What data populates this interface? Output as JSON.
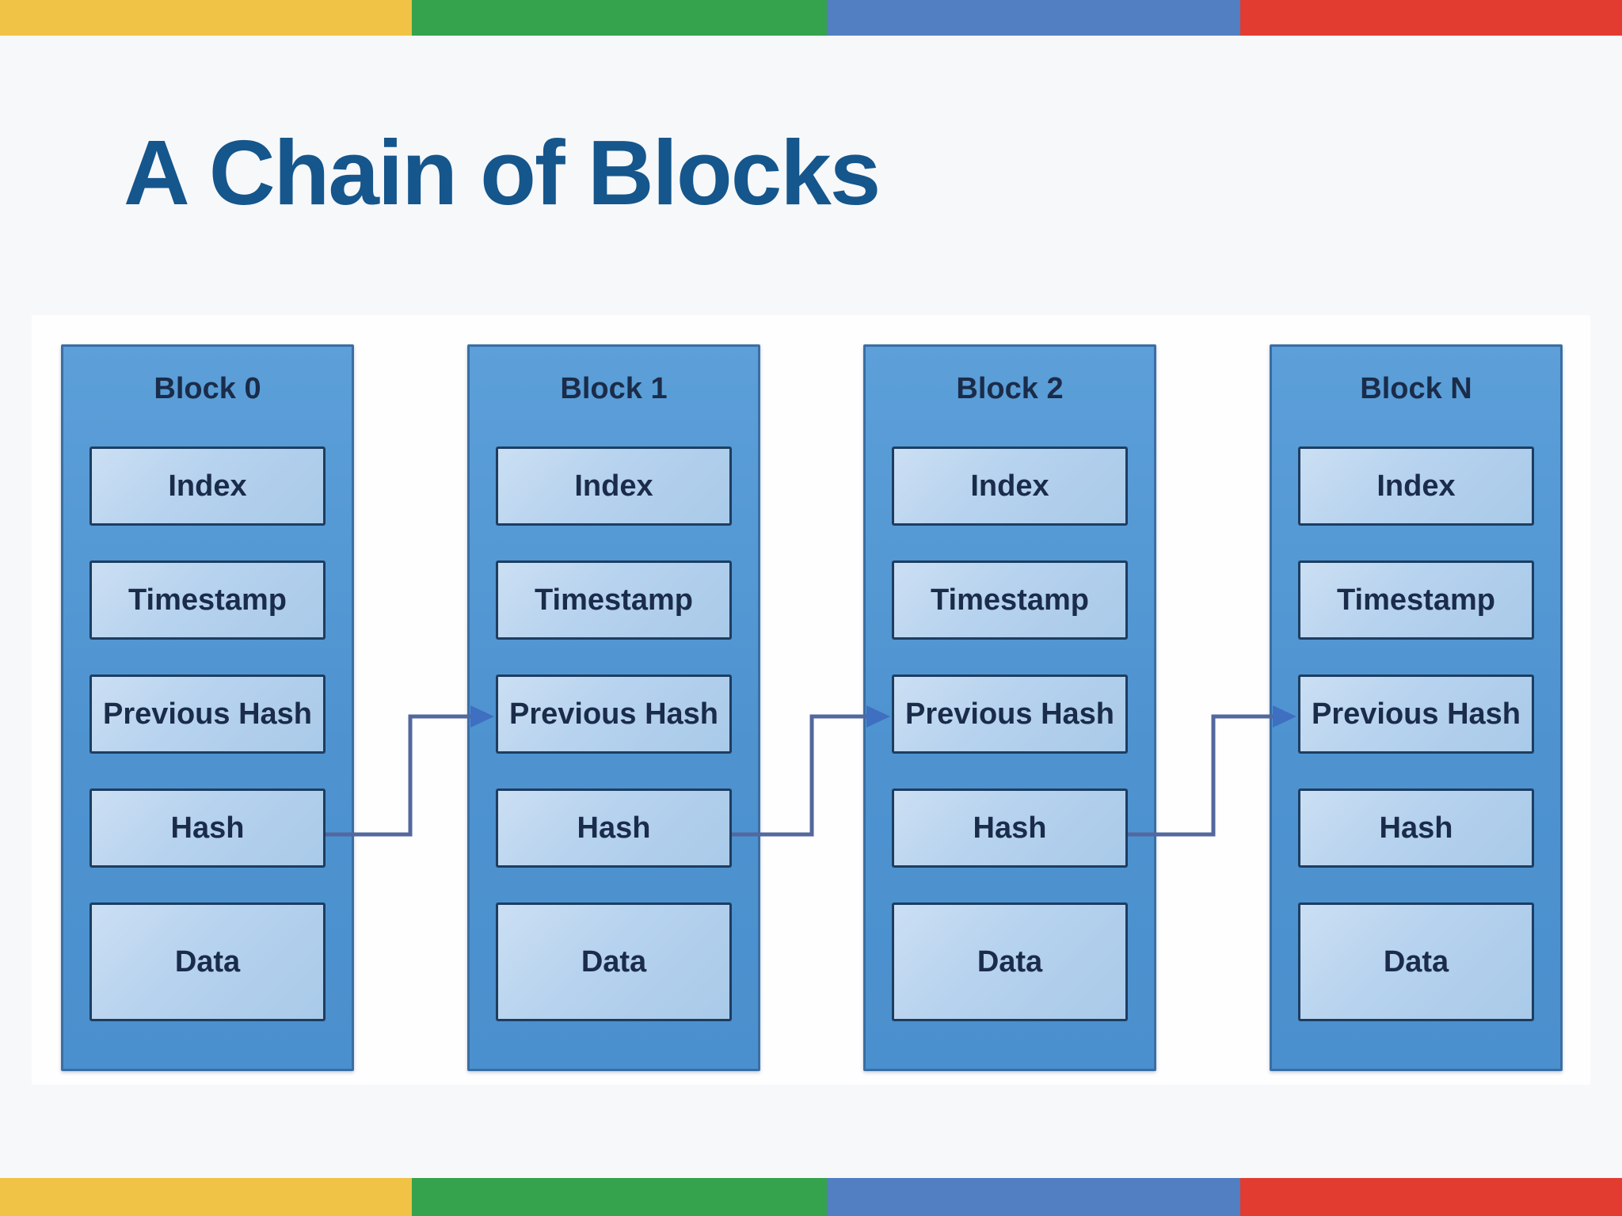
{
  "slide": {
    "title": "A Chain of Blocks"
  },
  "palette": {
    "bar_yellow": "#F0C245",
    "bar_green": "#35A24D",
    "bar_blue": "#517FC1",
    "bar_red": "#E23C30",
    "title_color": "#15568C",
    "block_fill": "#4E93D0",
    "block_border": "#3A6EA4",
    "field_fill": "#B6D2EE",
    "field_border": "#1D3D60",
    "label_color": "#1A2C49",
    "connector_line": "#52689E",
    "connector_arrow": "#3F6FC0",
    "background": "#F7F8FA"
  },
  "diagram": {
    "blocks": [
      {
        "title": "Block 0",
        "fields": [
          "Index",
          "Timestamp",
          "Previous Hash",
          "Hash",
          "Data"
        ]
      },
      {
        "title": "Block 1",
        "fields": [
          "Index",
          "Timestamp",
          "Previous Hash",
          "Hash",
          "Data"
        ]
      },
      {
        "title": "Block 2",
        "fields": [
          "Index",
          "Timestamp",
          "Previous Hash",
          "Hash",
          "Data"
        ]
      },
      {
        "title": "Block N",
        "fields": [
          "Index",
          "Timestamp",
          "Previous Hash",
          "Hash",
          "Data"
        ]
      }
    ],
    "links": [
      {
        "from": "Block 0 / Hash",
        "to": "Block 1 / Previous Hash"
      },
      {
        "from": "Block 1 / Hash",
        "to": "Block 2 / Previous Hash"
      },
      {
        "from": "Block 2 / Hash",
        "to": "Block N / Previous Hash"
      }
    ]
  }
}
